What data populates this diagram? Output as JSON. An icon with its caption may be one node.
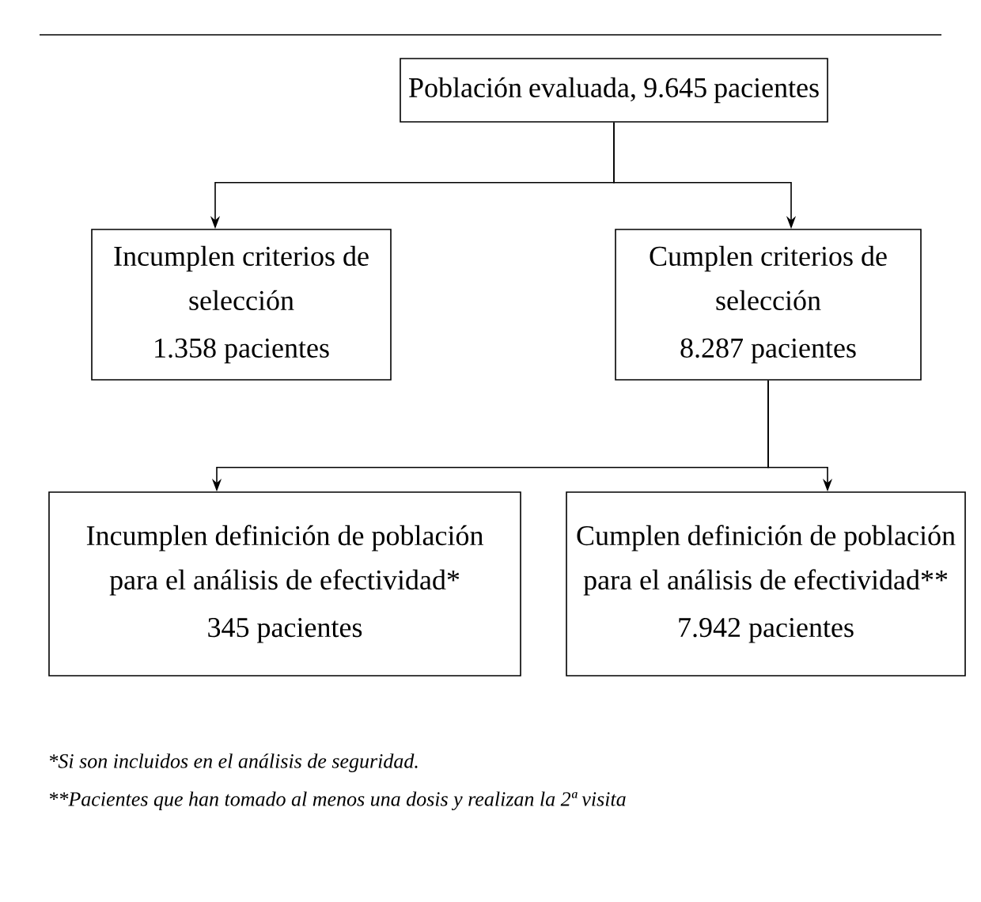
{
  "diagram": {
    "nodes": [
      {
        "text": [
          "Población evaluada, 9.645 pacientes"
        ]
      },
      {
        "text": [
          "Incumplen criterios de selección",
          "1.358 pacientes"
        ]
      },
      {
        "text": [
          "Cumplen criterios de selección",
          "8.287 pacientes"
        ]
      },
      {
        "text": [
          "Incumplen definición de población para el análisis de efectividad*",
          "345 pacientes"
        ]
      },
      {
        "text": [
          "Cumplen definición de población para el análisis de efectividad**",
          "7.942 pacientes"
        ]
      }
    ],
    "edges": [
      {
        "from": 0,
        "to": 1,
        "arrow": "to"
      },
      {
        "from": 0,
        "to": 2,
        "arrow": "to"
      },
      {
        "from": 2,
        "to": 3,
        "arrow": "to"
      },
      {
        "from": 2,
        "to": 4,
        "arrow": "to"
      }
    ],
    "labels": [
      "*Si son incluidos en el análisis de seguridad.",
      "**Pacientes que han tomado al menos una dosis y realizan la 2ª visita"
    ]
  }
}
